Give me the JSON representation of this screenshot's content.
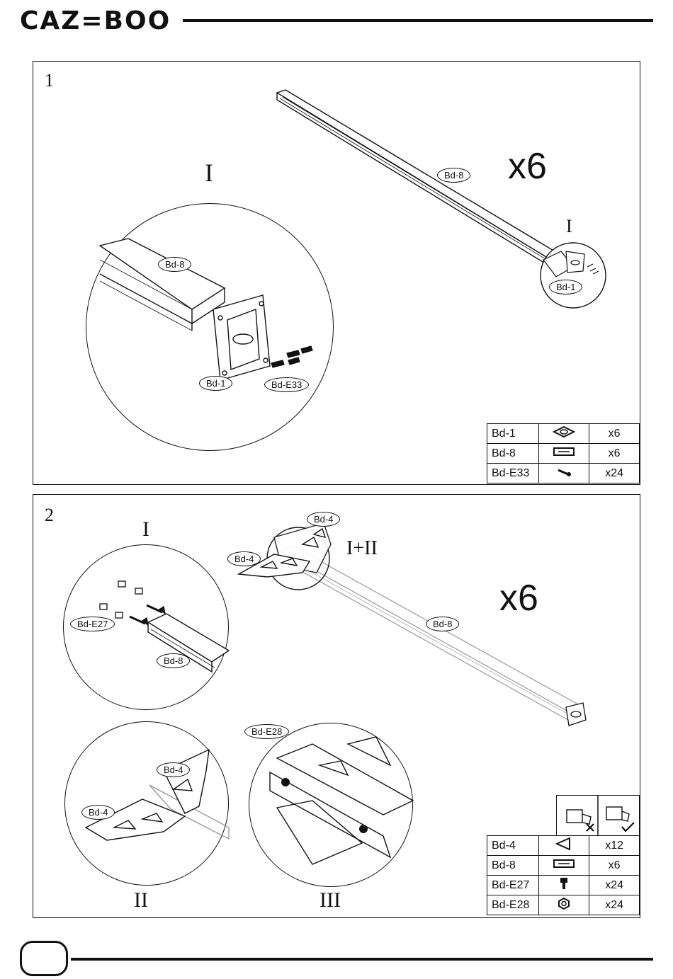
{
  "header": {
    "brand": "CAZ=BOO"
  },
  "step1": {
    "number": "1",
    "detail_label": "I",
    "detail_marker": "I",
    "quantity": "x6",
    "tags": {
      "bar": "Bd-8",
      "plate": "Bd-1",
      "bar_detail": "Bd-8",
      "plate_detail": "Bd-1",
      "screw_detail": "Bd-E33"
    },
    "parts": [
      {
        "code": "Bd-1",
        "icon": "plate-icon",
        "qty": "x6"
      },
      {
        "code": "Bd-8",
        "icon": "bar-icon",
        "qty": "x6"
      },
      {
        "code": "Bd-E33",
        "icon": "screw-icon",
        "qty": "x24"
      }
    ]
  },
  "step2": {
    "number": "2",
    "detail_I": "I",
    "detail_I_II": "I+II",
    "detail_II": "II",
    "detail_III": "III",
    "quantity": "x6",
    "tags": {
      "bracket_top": "Bd-4",
      "bracket_left": "Bd-4",
      "bar": "Bd-8",
      "bolt": "Bd-E27",
      "bar_detail": "Bd-8",
      "bracket_ii_top": "Bd-4",
      "bracket_ii_left": "Bd-4",
      "nut": "Bd-E28"
    },
    "parts": [
      {
        "code": "Bd-4",
        "icon": "bracket-icon",
        "qty": "x12"
      },
      {
        "code": "Bd-8",
        "icon": "bar-icon",
        "qty": "x6"
      },
      {
        "code": "Bd-E27",
        "icon": "bolt-icon",
        "qty": "x24"
      },
      {
        "code": "Bd-E28",
        "icon": "nut-icon",
        "qty": "x24"
      }
    ]
  }
}
